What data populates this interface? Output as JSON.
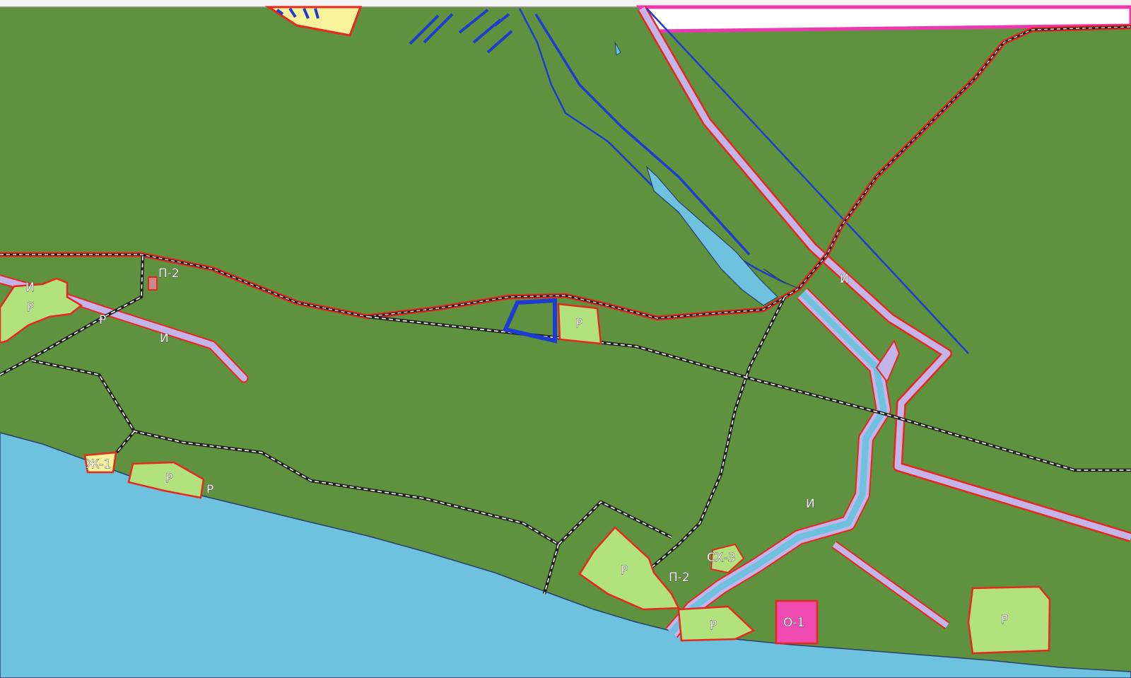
{
  "map": {
    "colors": {
      "land": "#5f923f",
      "sea": "#6ec2e0",
      "recreation_zone": "#b2e27d",
      "infrastructure_zone": "#c5b4ea",
      "residential_zone": "#f8f39a",
      "public_zone": "#ef4bb2",
      "industrial_zone": "#c98a8a",
      "zone_border": "#e6281f",
      "road": "#ffffff",
      "road_casing": "#1e1e1e",
      "river": "#1f3ccf",
      "boundary": "#ee38b0"
    },
    "labels": {
      "r": "Р",
      "i": "И",
      "p2": "П-2",
      "zh1": "Ж-1",
      "skh3": "СХ-3",
      "o1": "О-1"
    }
  }
}
